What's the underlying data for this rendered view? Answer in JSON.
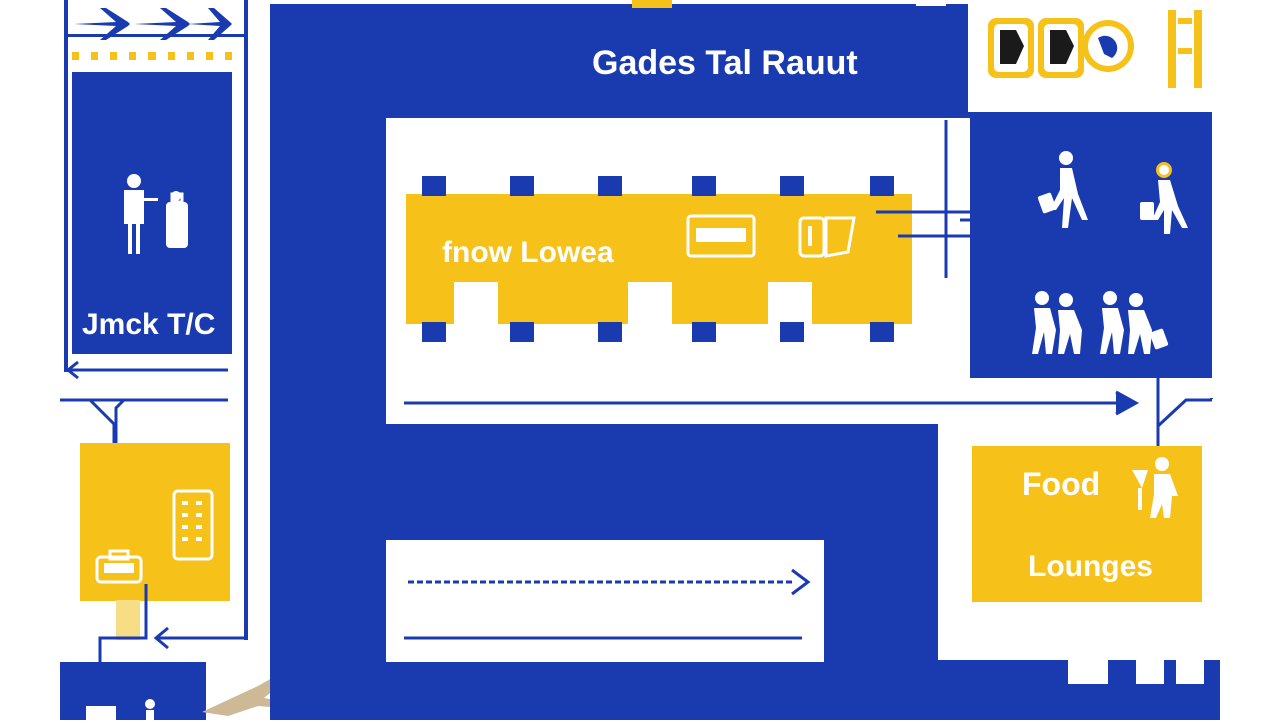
{
  "colors": {
    "primary_blue": "#1a3bb0",
    "accent_yellow": "#f6c21a",
    "background": "#ffffff",
    "text_light": "#ffffff"
  },
  "header": {
    "title": "Gades Tal Rauut"
  },
  "icons_top_left": [
    "airplane-icon",
    "airplane-icon",
    "airplane-icon"
  ],
  "icons_top_right": [
    "terminal-badge-icon",
    "terminal-badge-icon",
    "globe-badge-icon",
    "info-column-icon"
  ],
  "left_panel": {
    "label": "Jmck T/C",
    "icon": "traveler-with-luggage-icon"
  },
  "center_zone": {
    "label": "fnow Lowea",
    "icons": [
      "ticket-icon",
      "passport-icon"
    ]
  },
  "right_panel": {
    "icons": [
      "walking-with-bag-icon",
      "walking-with-bag-icon",
      "group-of-people-icon",
      "group-of-people-icon"
    ]
  },
  "services": {
    "food_label": "Food",
    "lounges_label": "Lounges",
    "icon": "dining-icon"
  },
  "bottom_left": {
    "icons": [
      "phone-icon",
      "luggage-icon",
      "airplane-icon"
    ]
  }
}
